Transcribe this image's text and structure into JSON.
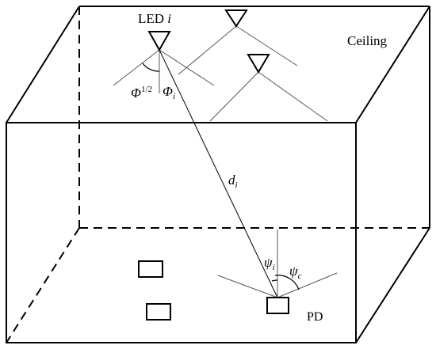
{
  "labels": {
    "led_word": "LED",
    "led_index": "i",
    "ceiling": "Ceiling",
    "phi_half_symbol": "Φ",
    "phi_half_sup": "1/2",
    "phi_i_symbol": "Φ",
    "phi_i_sub": "i",
    "distance_symbol": "d",
    "distance_sub": "i",
    "psi_i_symbol": "ψ",
    "psi_i_sub": "i",
    "psi_c_symbol": "ψ",
    "psi_c_sub": "c",
    "photodiode": "PD"
  }
}
